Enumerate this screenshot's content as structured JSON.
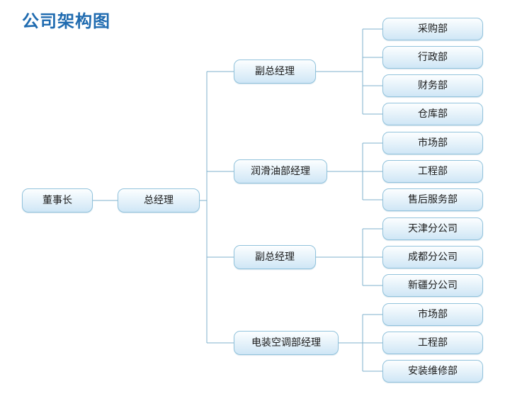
{
  "title": "公司架构图",
  "theme": {
    "title_color": "#1f6bb0",
    "node_border": "#92c3dc",
    "node_fill_top": "#fdfeff",
    "node_fill_bottom": "#cfe6f6",
    "connector_color": "#7fb2cd",
    "background": "#ffffff"
  },
  "chart_data": {
    "type": "diagram",
    "diagram_kind": "organization-chart",
    "orientation": "left-to-right",
    "title": "公司架构图",
    "root": {
      "label": "董事长",
      "children": [
        {
          "label": "总经理",
          "children": [
            {
              "label": "副总经理",
              "children": [
                {
                  "label": "采购部"
                },
                {
                  "label": "行政部"
                },
                {
                  "label": "财务部"
                },
                {
                  "label": "仓库部"
                }
              ]
            },
            {
              "label": "润滑油部经理",
              "children": [
                {
                  "label": "市场部"
                },
                {
                  "label": "工程部"
                },
                {
                  "label": "售后服务部"
                }
              ]
            },
            {
              "label": "副总经理",
              "children": [
                {
                  "label": "天津分公司"
                },
                {
                  "label": "成都分公司"
                },
                {
                  "label": "新疆分公司"
                }
              ]
            },
            {
              "label": "电装空调部经理",
              "children": [
                {
                  "label": "市场部"
                },
                {
                  "label": "工程部"
                },
                {
                  "label": "安装维修部"
                }
              ]
            }
          ]
        }
      ]
    }
  },
  "nodes": {
    "chairman": "董事长",
    "general_manager": "总经理",
    "branch1": {
      "manager": "副总经理",
      "depts": [
        "采购部",
        "行政部",
        "财务部",
        "仓库部"
      ]
    },
    "branch2": {
      "manager": "润滑油部经理",
      "depts": [
        "市场部",
        "工程部",
        "售后服务部"
      ]
    },
    "branch3": {
      "manager": "副总经理",
      "depts": [
        "天津分公司",
        "成都分公司",
        "新疆分公司"
      ]
    },
    "branch4": {
      "manager": "电装空调部经理",
      "depts": [
        "市场部",
        "工程部",
        "安装维修部"
      ]
    }
  }
}
